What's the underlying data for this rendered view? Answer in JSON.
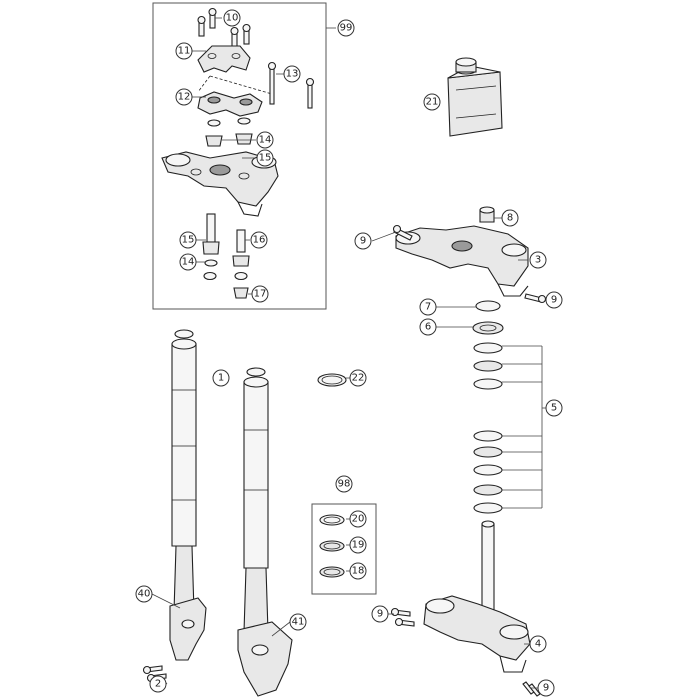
{
  "diagram": {
    "callouts": [
      {
        "id": "c10",
        "label": "10"
      },
      {
        "id": "c99",
        "label": "99"
      },
      {
        "id": "c11",
        "label": "11"
      },
      {
        "id": "c13",
        "label": "13"
      },
      {
        "id": "c12",
        "label": "12"
      },
      {
        "id": "c14a",
        "label": "14"
      },
      {
        "id": "c15a",
        "label": "15"
      },
      {
        "id": "c16",
        "label": "16"
      },
      {
        "id": "c15b",
        "label": "15"
      },
      {
        "id": "c14b",
        "label": "14"
      },
      {
        "id": "c17",
        "label": "17"
      },
      {
        "id": "c21",
        "label": "21"
      },
      {
        "id": "c8",
        "label": "8"
      },
      {
        "id": "c9a",
        "label": "9"
      },
      {
        "id": "c3",
        "label": "3"
      },
      {
        "id": "c9b",
        "label": "9"
      },
      {
        "id": "c7",
        "label": "7"
      },
      {
        "id": "c6",
        "label": "6"
      },
      {
        "id": "c1",
        "label": "1"
      },
      {
        "id": "c22",
        "label": "22"
      },
      {
        "id": "c5",
        "label": "5"
      },
      {
        "id": "c98",
        "label": "98"
      },
      {
        "id": "c20",
        "label": "20"
      },
      {
        "id": "c19",
        "label": "19"
      },
      {
        "id": "c18",
        "label": "18"
      },
      {
        "id": "c40",
        "label": "40"
      },
      {
        "id": "c41",
        "label": "41"
      },
      {
        "id": "c2",
        "label": "2"
      },
      {
        "id": "c9c",
        "label": "9"
      },
      {
        "id": "c4",
        "label": "4"
      },
      {
        "id": "c9d",
        "label": "9"
      }
    ]
  }
}
